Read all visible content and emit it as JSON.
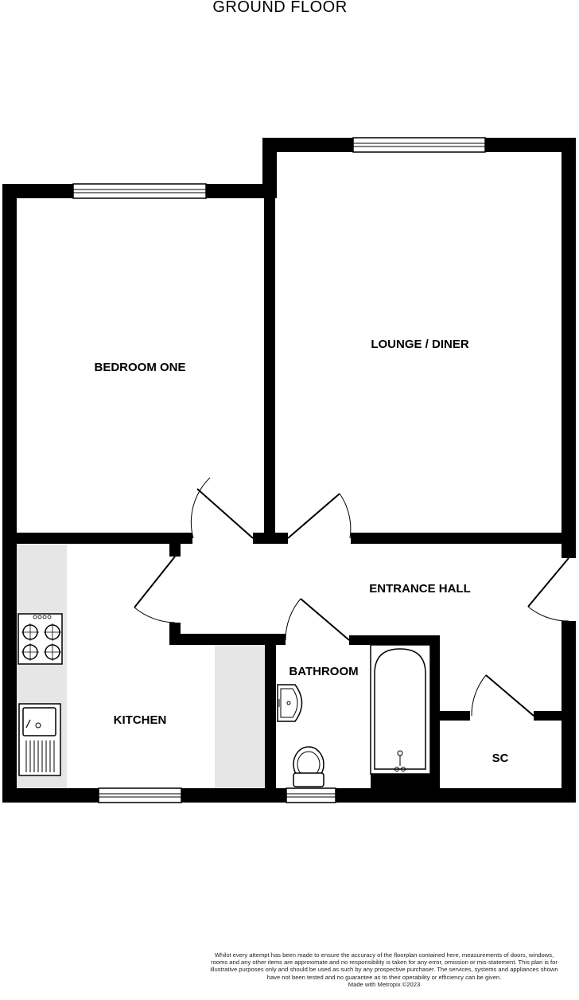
{
  "floor": {
    "title": "GROUND FLOOR"
  },
  "rooms": {
    "bedroom_one": "BEDROOM ONE",
    "lounge_diner": "LOUNGE / DINER",
    "entrance_hall": "ENTRANCE HALL",
    "bathroom": "BATHROOM",
    "kitchen": "KITCHEN",
    "storage_cupboard": "SC"
  },
  "disclaimer": {
    "text": "Whilst every attempt has been made to ensure the accuracy of the floorplan contained here, measurements of doors, windows, rooms and any other items are approximate and no responsibility is taken for any error, omission or mis-statement. This plan is for illustrative purposes only and should be used as such by any prospective purchaser. The services, systems and appliances shown have not been tested and no guarantee as to their operability or efficiency can be given.",
    "credit": "Made with Metropix ©2023"
  },
  "colors": {
    "wall": "#000000",
    "worktop": "#e6e6e6",
    "background": "#ffffff"
  }
}
